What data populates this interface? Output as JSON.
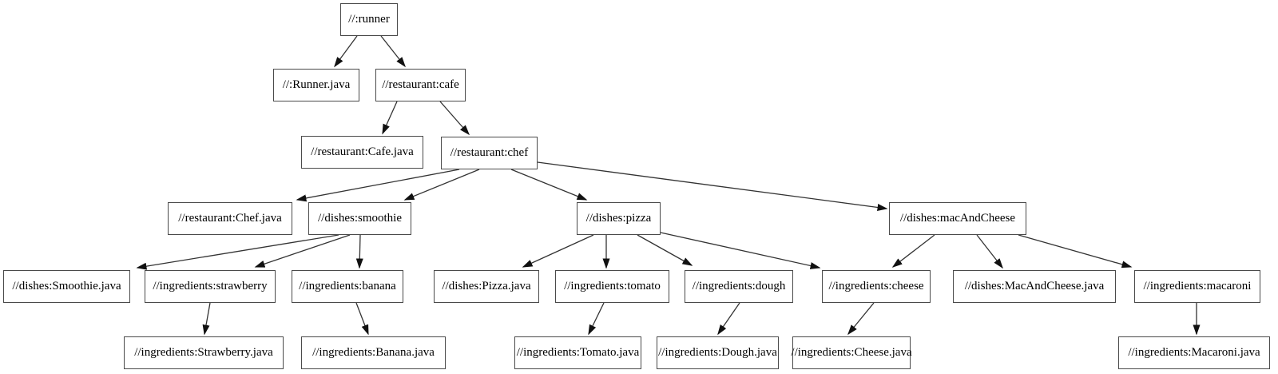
{
  "graph": {
    "type": "dependency-graph",
    "background_color": "#ffffff",
    "node_border_color": "#4a4a4a",
    "node_fill_color": "#ffffff",
    "text_color": "#000000",
    "edge_color": "#333333",
    "nodes": {
      "runner": "//:runner",
      "runner_java": "//:Runner.java",
      "cafe": "//restaurant:cafe",
      "cafe_java": "//restaurant:Cafe.java",
      "chef": "//restaurant:chef",
      "chef_java": "//restaurant:Chef.java",
      "smoothie": "//dishes:smoothie",
      "pizza": "//dishes:pizza",
      "mac_and_cheese": "//dishes:macAndCheese",
      "smoothie_java": "//dishes:Smoothie.java",
      "strawberry": "//ingredients:strawberry",
      "banana": "//ingredients:banana",
      "pizza_java": "//dishes:Pizza.java",
      "tomato": "//ingredients:tomato",
      "dough": "//ingredients:dough",
      "cheese": "//ingredients:cheese",
      "mac_and_cheese_java": "//dishes:MacAndCheese.java",
      "macaroni": "//ingredients:macaroni",
      "strawberry_java": "//ingredients:Strawberry.java",
      "banana_java": "//ingredients:Banana.java",
      "tomato_java": "//ingredients:Tomato.java",
      "dough_java": "//ingredients:Dough.java",
      "cheese_java": "//ingredients:Cheese.java",
      "macaroni_java": "//ingredients:Macaroni.java"
    },
    "edges": [
      {
        "from": "//:runner",
        "to": "//:Runner.java"
      },
      {
        "from": "//:runner",
        "to": "//restaurant:cafe"
      },
      {
        "from": "//restaurant:cafe",
        "to": "//restaurant:Cafe.java"
      },
      {
        "from": "//restaurant:cafe",
        "to": "//restaurant:chef"
      },
      {
        "from": "//restaurant:chef",
        "to": "//restaurant:Chef.java"
      },
      {
        "from": "//restaurant:chef",
        "to": "//dishes:smoothie"
      },
      {
        "from": "//restaurant:chef",
        "to": "//dishes:pizza"
      },
      {
        "from": "//restaurant:chef",
        "to": "//dishes:macAndCheese"
      },
      {
        "from": "//dishes:smoothie",
        "to": "//dishes:Smoothie.java"
      },
      {
        "from": "//dishes:smoothie",
        "to": "//ingredients:strawberry"
      },
      {
        "from": "//dishes:smoothie",
        "to": "//ingredients:banana"
      },
      {
        "from": "//dishes:pizza",
        "to": "//dishes:Pizza.java"
      },
      {
        "from": "//dishes:pizza",
        "to": "//ingredients:tomato"
      },
      {
        "from": "//dishes:pizza",
        "to": "//ingredients:dough"
      },
      {
        "from": "//dishes:pizza",
        "to": "//ingredients:cheese"
      },
      {
        "from": "//dishes:macAndCheese",
        "to": "//ingredients:cheese"
      },
      {
        "from": "//dishes:macAndCheese",
        "to": "//dishes:MacAndCheese.java"
      },
      {
        "from": "//dishes:macAndCheese",
        "to": "//ingredients:macaroni"
      },
      {
        "from": "//ingredients:strawberry",
        "to": "//ingredients:Strawberry.java"
      },
      {
        "from": "//ingredients:banana",
        "to": "//ingredients:Banana.java"
      },
      {
        "from": "//ingredients:tomato",
        "to": "//ingredients:Tomato.java"
      },
      {
        "from": "//ingredients:dough",
        "to": "//ingredients:Dough.java"
      },
      {
        "from": "//ingredients:cheese",
        "to": "//ingredients:Cheese.java"
      },
      {
        "from": "//ingredients:macaroni",
        "to": "//ingredients:Macaroni.java"
      }
    ]
  }
}
